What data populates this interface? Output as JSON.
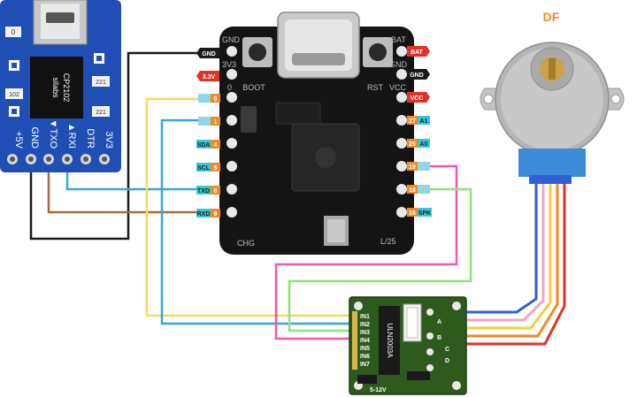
{
  "usb_serial": {
    "chip_brand": "silabs",
    "chip_model": "CP2102",
    "zero_marking": "0",
    "resistor_marks": [
      "102",
      "221",
      "221"
    ],
    "pins": [
      "+5V",
      "GND",
      "▼TXO",
      "▲RXI",
      "DTR",
      "3V3"
    ]
  },
  "board": {
    "top_labels": [
      "GND",
      "3V3",
      "BAT"
    ],
    "button_labels": [
      "BOOT",
      "RST"
    ],
    "silk_left_pins": [
      "GND",
      "3V3",
      "0"
    ],
    "silk_right_pins": [
      "BAT",
      "GND",
      "VCC"
    ],
    "bottom_labels": [
      "CHG",
      "L/25"
    ],
    "left_tags": [
      {
        "name": "GND",
        "num": ""
      },
      {
        "name": "3.3V",
        "num": ""
      },
      {
        "name": "",
        "num": "0"
      },
      {
        "name": "",
        "num": "1"
      },
      {
        "name": "SDA",
        "num": "4"
      },
      {
        "name": "SCL",
        "num": "5"
      },
      {
        "name": "TXD",
        "num": "8"
      },
      {
        "name": "RXD",
        "num": "9"
      }
    ],
    "right_tags": [
      {
        "name": "BAT",
        "num": ""
      },
      {
        "name": "GND",
        "num": ""
      },
      {
        "name": "VCC",
        "num": ""
      },
      {
        "name": "A1",
        "num": "27"
      },
      {
        "name": "A0",
        "num": "26"
      },
      {
        "name": "",
        "num": "19"
      },
      {
        "name": "",
        "num": "18"
      },
      {
        "name": "SPK",
        "num": "16"
      }
    ]
  },
  "driver": {
    "chip": "ULN2003A",
    "inputs": [
      "IN1",
      "IN2",
      "IN3",
      "IN4",
      "IN5",
      "IN6",
      "IN7"
    ],
    "leds": [
      "A",
      "B",
      "C",
      "D"
    ],
    "voltage": "5-12V"
  },
  "motor": {
    "label": "DF"
  },
  "colors": {
    "yellow": "#f5d76e",
    "blue": "#35a7e0",
    "pink": "#ef5aa7",
    "green": "#8ee37a",
    "brown": "#a76a3c",
    "black": "#1a1a1a",
    "motor_blue": "#2f5fd9",
    "motor_pink": "#f4a3c0",
    "motor_yellow": "#f5cf3a",
    "motor_orange": "#f08a24",
    "motor_red": "#e0322a"
  }
}
